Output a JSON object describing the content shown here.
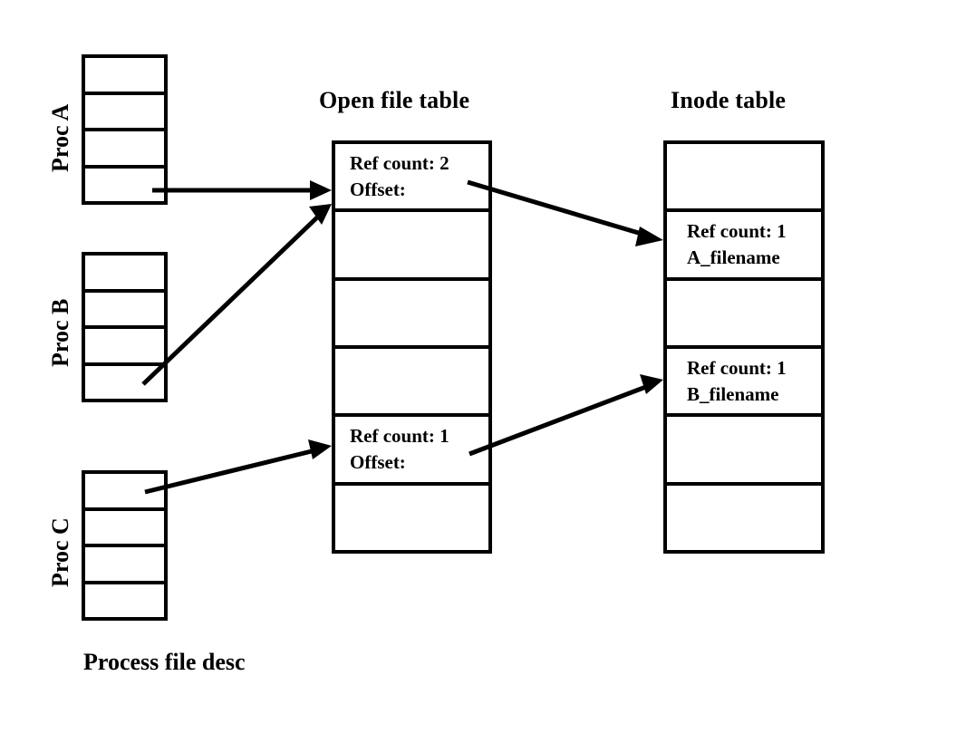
{
  "diagram": {
    "titles": {
      "open_file_table": "Open file table",
      "inode_table": "Inode table",
      "process_file_desc": "Process file desc"
    },
    "processes": [
      {
        "label": "Proc A",
        "cells": [
          "",
          "",
          "",
          ""
        ]
      },
      {
        "label": "Proc B",
        "cells": [
          "",
          "",
          "",
          ""
        ]
      },
      {
        "label": "Proc C",
        "cells": [
          "",
          "",
          "",
          ""
        ]
      }
    ],
    "open_file_table": {
      "cells": [
        {
          "line1": "Ref count: 2",
          "line2": "Offset:"
        },
        {
          "line1": "",
          "line2": ""
        },
        {
          "line1": "",
          "line2": ""
        },
        {
          "line1": "",
          "line2": ""
        },
        {
          "line1": "Ref count: 1",
          "line2": "Offset:"
        },
        {
          "line1": "",
          "line2": ""
        }
      ]
    },
    "inode_table": {
      "cells": [
        {
          "line1": "",
          "line2": ""
        },
        {
          "line1": "Ref count: 1",
          "line2": "A_filename"
        },
        {
          "line1": "",
          "line2": ""
        },
        {
          "line1": "Ref count: 1",
          "line2": "B_filename"
        },
        {
          "line1": "",
          "line2": ""
        },
        {
          "line1": "",
          "line2": ""
        }
      ]
    },
    "colors": {
      "stroke": "#000000",
      "background": "#ffffff"
    }
  }
}
